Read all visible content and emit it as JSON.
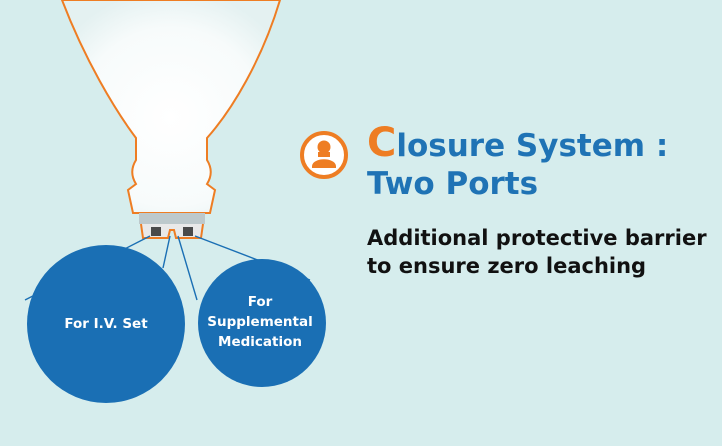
{
  "heading": {
    "first_letter": "C",
    "line1_rest": "losure System :",
    "line2": "Two Ports"
  },
  "subtitle": {
    "line1": "Additional protective barrier",
    "line2": "to ensure zero leaching"
  },
  "ports": {
    "iv_set": {
      "label": "For I.V. Set"
    },
    "supplemental": {
      "line1": "For",
      "line2": "Supplemental",
      "line3": "Medication"
    }
  },
  "icons": {
    "closure": "person-silhouette-icon"
  },
  "colors": {
    "background": "#d6eded",
    "accent_orange": "#ee7d23",
    "brand_blue": "#1f73b5",
    "port_blue": "#1a6fb4",
    "text_dark": "#111111"
  }
}
